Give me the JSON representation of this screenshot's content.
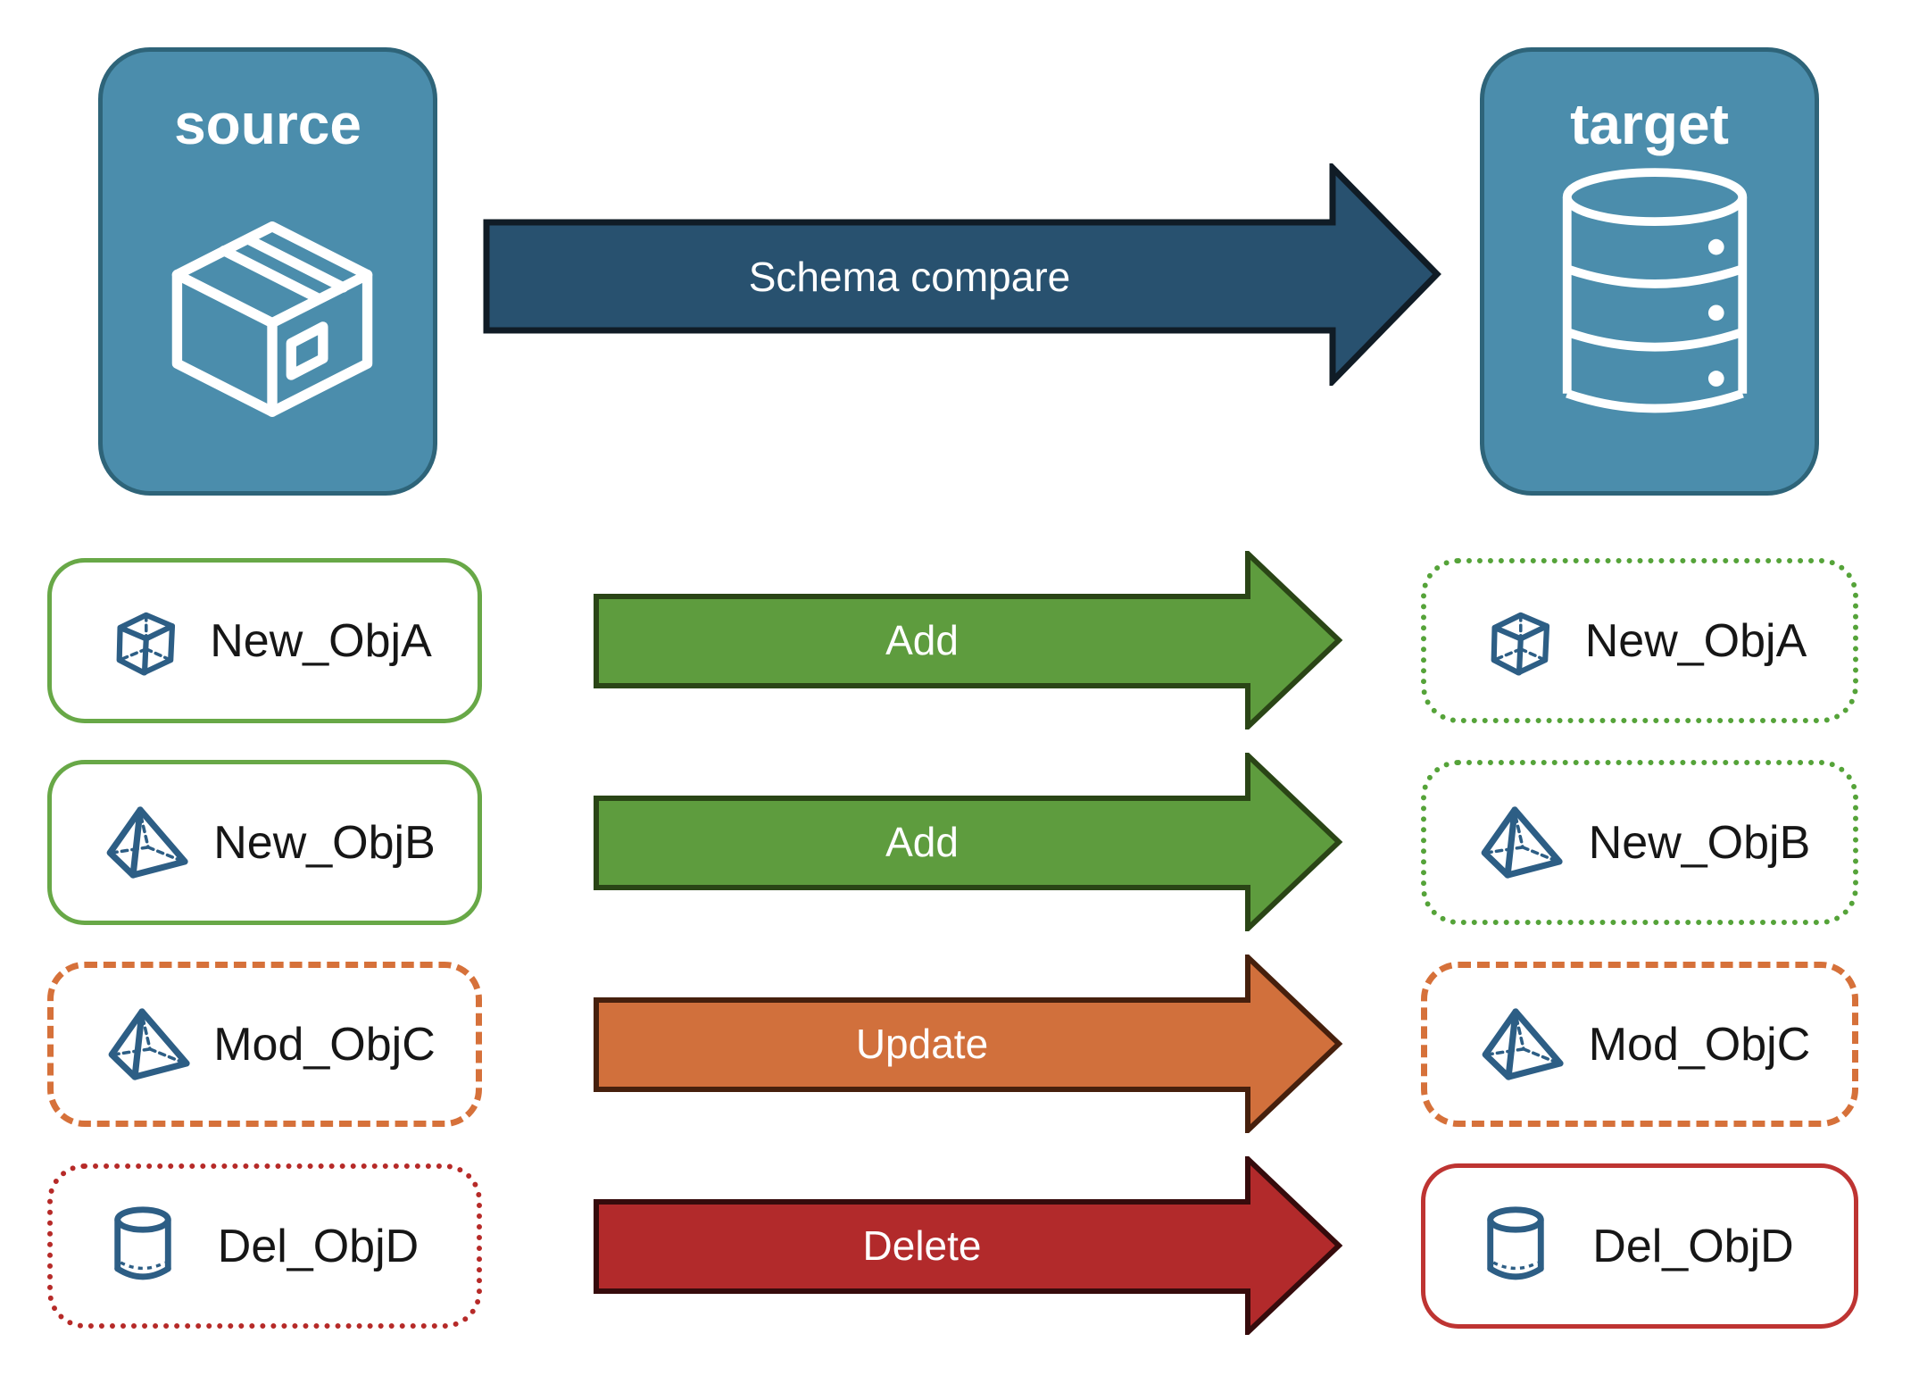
{
  "source": {
    "title": "source"
  },
  "target": {
    "title": "target"
  },
  "schema_arrow": {
    "label": "Schema compare"
  },
  "rows": [
    {
      "name": "New_ObjA",
      "action": "Add",
      "icon": "cube",
      "source_border": "solid-green",
      "target_border": "dotted-green"
    },
    {
      "name": "New_ObjB",
      "action": "Add",
      "icon": "pyramid",
      "source_border": "solid-green",
      "target_border": "dotted-green"
    },
    {
      "name": "Mod_ObjC",
      "action": "Update",
      "icon": "pyramid",
      "source_border": "dashed-orange",
      "target_border": "dashed-orange"
    },
    {
      "name": "Del_ObjD",
      "action": "Delete",
      "icon": "cylinder",
      "source_border": "dotted-red",
      "target_border": "solid-red"
    }
  ],
  "colors": {
    "panel_blue": "#4B8DAC",
    "panel_blue_border": "#2E6479",
    "schema_arrow_fill": "#28516F",
    "schema_arrow_border": "#101C26",
    "add_green": "#5E9C3E",
    "add_green_border": "#2A4516",
    "update_orange": "#D1703C",
    "update_orange_border": "#46200D",
    "delete_red": "#B22A2B",
    "delete_red_border": "#360B0C",
    "object_border_green": "#68A847",
    "object_border_orange": "#D6713A",
    "object_border_red": "#B62A28",
    "object_border_red_solid": "#BE3432",
    "icon_blue": "#2D5E85"
  }
}
